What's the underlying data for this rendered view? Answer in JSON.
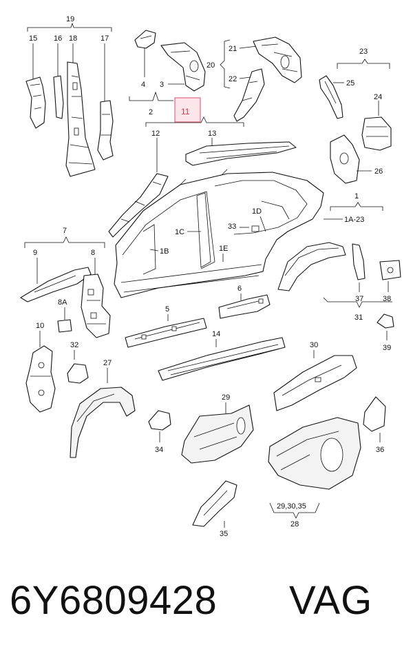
{
  "labels": {
    "l19": "19",
    "l15": "15",
    "l16": "16",
    "l18": "18",
    "l17": "17",
    "l4": "4",
    "l3": "3",
    "l2": "2",
    "l11": "11",
    "l20": "20",
    "l21": "21",
    "l22": "22",
    "l23": "23",
    "l25": "25",
    "l24": "24",
    "l26": "26",
    "l12": "12",
    "l13": "13",
    "l1D": "1D",
    "l1": "1",
    "l1A23": "1A-23",
    "l33": "33",
    "l1C": "1C",
    "l1E": "1E",
    "l1B": "1B",
    "l7": "7",
    "l9": "9",
    "l8": "8",
    "l8A": "8A",
    "l6": "6",
    "l37": "37",
    "l38": "38",
    "l31": "31",
    "l39": "39",
    "l5": "5",
    "l14": "14",
    "l10": "10",
    "l32": "32",
    "l27": "27",
    "l30": "30",
    "l29": "29",
    "l34": "34",
    "l36": "36",
    "l293035": "29,30,35",
    "l28": "28",
    "l35": "35"
  },
  "highlight": {
    "label": "11",
    "color": "#e0677b"
  },
  "footer": {
    "part_number": "6Y6809428",
    "brand": "VAG"
  }
}
